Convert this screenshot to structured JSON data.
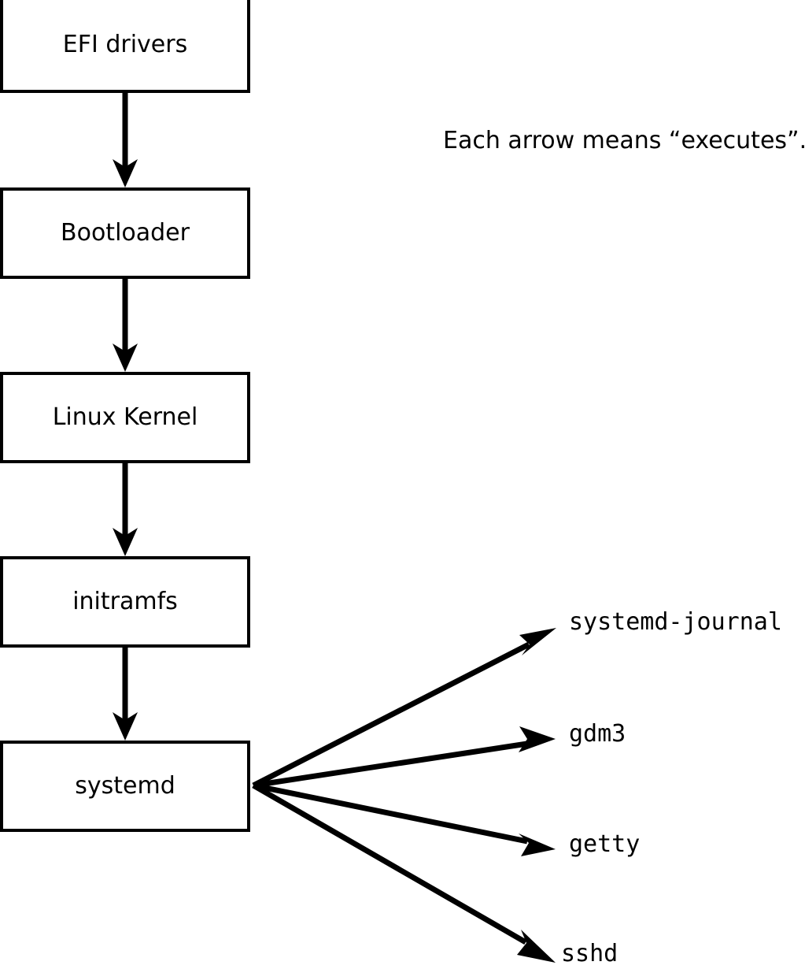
{
  "diagram": {
    "type": "flowchart",
    "title": "",
    "caption": "Each arrow means “executes”.",
    "edge_semantics": "executes",
    "colors": {
      "stroke": "#000000",
      "fill": "#ffffff",
      "text": "#000000"
    },
    "chain": [
      {
        "id": "efi-drivers",
        "label": "EFI drivers"
      },
      {
        "id": "bootloader",
        "label": "Bootloader"
      },
      {
        "id": "linux-kernel",
        "label": "Linux Kernel"
      },
      {
        "id": "initramfs",
        "label": "initramfs"
      },
      {
        "id": "systemd",
        "label": "systemd"
      }
    ],
    "leaves": [
      {
        "id": "systemd-journal",
        "label": "systemd-journal"
      },
      {
        "id": "gdm3",
        "label": "gdm3"
      },
      {
        "id": "getty",
        "label": "getty"
      },
      {
        "id": "sshd",
        "label": "sshd"
      }
    ]
  }
}
